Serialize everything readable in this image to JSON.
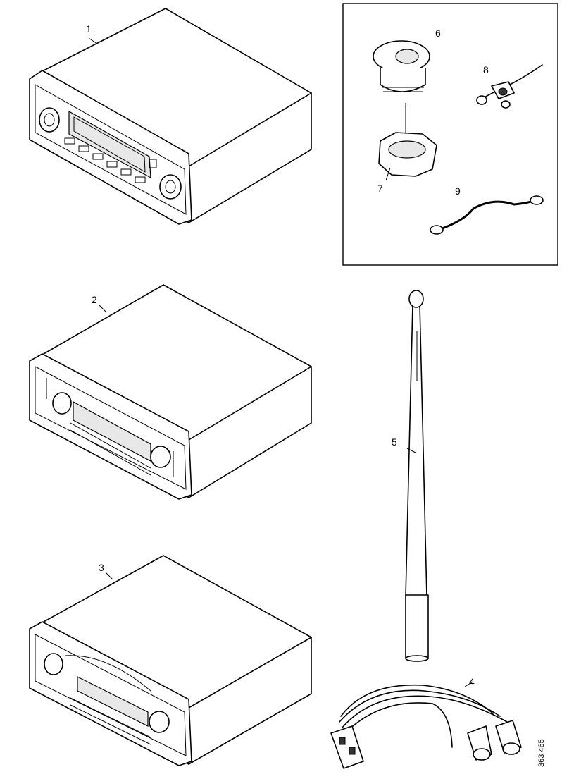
{
  "labels": {
    "item1": "1",
    "item2": "2",
    "item3": "3",
    "item4": "4",
    "item5": "5",
    "item6": "6",
    "item7": "7",
    "item8": "8",
    "item9": "9"
  },
  "reference": "363 465"
}
